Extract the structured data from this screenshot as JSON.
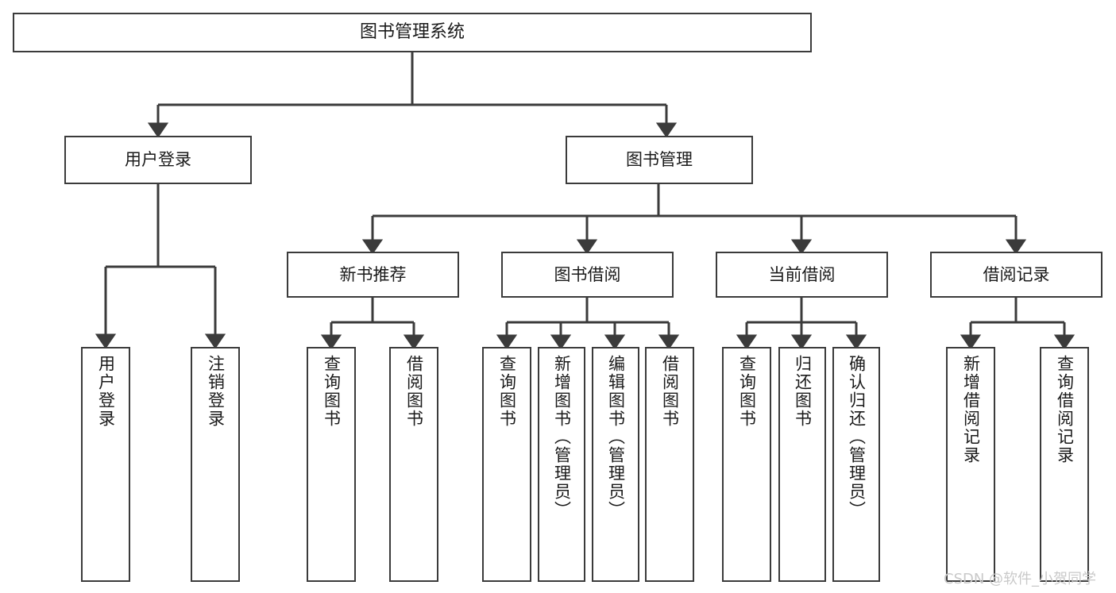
{
  "diagram": {
    "title": "图书管理系统",
    "type": "hierarchy-tree",
    "root": {
      "label": "图书管理系统"
    },
    "level2": [
      {
        "label": "用户登录"
      },
      {
        "label": "图书管理"
      }
    ],
    "level3": [
      {
        "label": "新书推荐"
      },
      {
        "label": "图书借阅"
      },
      {
        "label": "当前借阅"
      },
      {
        "label": "借阅记录"
      }
    ],
    "leaves": {
      "user_login": [
        {
          "label": "用户登录"
        },
        {
          "label": "注销登录"
        }
      ],
      "new_book_recommend": [
        {
          "label": "查询图书"
        },
        {
          "label": "借阅图书"
        }
      ],
      "book_borrow": [
        {
          "label": "查询图书"
        },
        {
          "label": "新增图书（管理员）"
        },
        {
          "label": "编辑图书（管理员）"
        },
        {
          "label": "借阅图书"
        }
      ],
      "current_borrow": [
        {
          "label": "查询图书"
        },
        {
          "label": "归还图书"
        },
        {
          "label": "确认归还（管理员）"
        }
      ],
      "borrow_record": [
        {
          "label": "新增借阅记录"
        },
        {
          "label": "查询借阅记录"
        }
      ]
    },
    "colors": {
      "stroke": "#3b3b3b",
      "fill": "#ffffff",
      "text": "#1a1a1a",
      "watermark": "#c9c9c9"
    }
  },
  "watermark": {
    "text": "CSDN @软件_小贺同学"
  }
}
